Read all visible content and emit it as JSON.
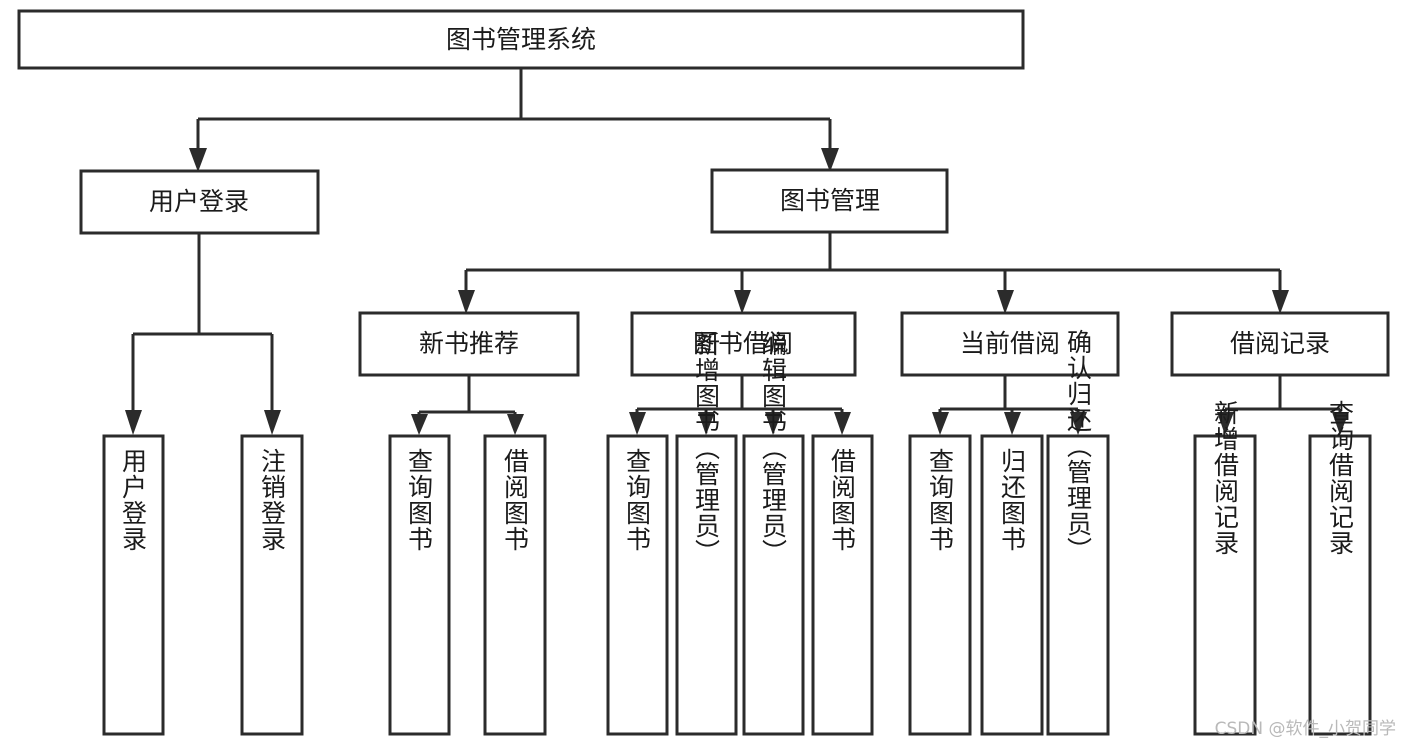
{
  "diagram": {
    "type": "hierarchy-tree",
    "title": "图书管理系统",
    "watermark": "CSDN @软件_小贺同学",
    "colors": {
      "box_fill": "#ffffff",
      "box_stroke": "#2b2b2b",
      "text": "#1b1b1b",
      "watermark": "#b9b9b9",
      "background": "#ffffff"
    },
    "root": {
      "label": "图书管理系统"
    },
    "level2": [
      {
        "label": "用户登录"
      },
      {
        "label": "图书管理"
      }
    ],
    "level3": [
      {
        "label": "新书推荐"
      },
      {
        "label": "图书借阅"
      },
      {
        "label": "当前借阅"
      },
      {
        "label": "借阅记录"
      }
    ],
    "leaves": {
      "user_login": [
        {
          "label": "用户登录"
        },
        {
          "label": "注销登录"
        }
      ],
      "new_book_recommend": [
        {
          "label": "查询图书"
        },
        {
          "label": "借阅图书"
        }
      ],
      "book_borrow": [
        {
          "label": "查询图书"
        },
        {
          "label": "新增图书（管理员）"
        },
        {
          "label": "编辑图书（管理员）"
        },
        {
          "label": "借阅图书"
        }
      ],
      "current_borrow": [
        {
          "label": "查询图书"
        },
        {
          "label": "归还图书"
        },
        {
          "label": "确认归还（管理员）"
        }
      ],
      "borrow_record": [
        {
          "label": "新增借阅记录"
        },
        {
          "label": "查询借阅记录"
        }
      ]
    }
  }
}
